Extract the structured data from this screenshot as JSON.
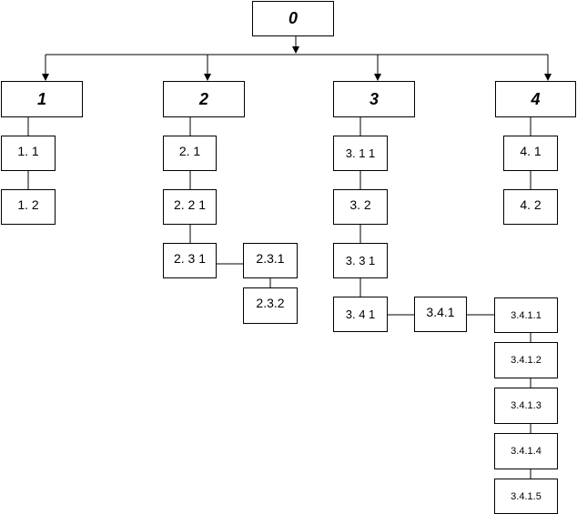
{
  "root": "0",
  "branches": [
    {
      "label": "1",
      "children": [
        "1. 1",
        "1. 2"
      ]
    },
    {
      "label": "2",
      "children": [
        "2. 1",
        "2. 2 1",
        "2. 3 1"
      ],
      "sub_231": [
        "2.3.1",
        "2.3.2"
      ]
    },
    {
      "label": "3",
      "children": [
        "3. 1 1",
        "3. 2",
        "3. 3 1",
        "3. 4 1"
      ],
      "sub_341": "3.4.1",
      "leaves": [
        "3.4.1.1",
        "3.4.1.2",
        "3.4.1.3",
        "3.4.1.4",
        "3.4.1.5"
      ]
    },
    {
      "label": "4",
      "children": [
        "4. 1",
        "4. 2"
      ]
    }
  ],
  "colors": {
    "line": "#000000",
    "box_border": "#000000",
    "background": "#ffffff"
  }
}
